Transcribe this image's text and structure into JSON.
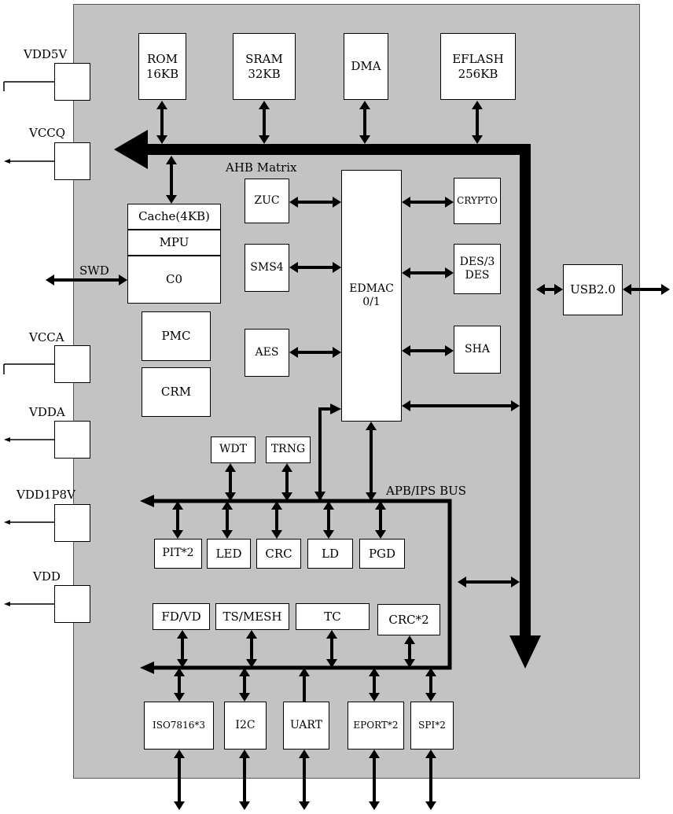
{
  "pins": {
    "vdd5v": "VDD5V",
    "vccq": "VCCQ",
    "swd": "SWD",
    "vcca": "VCCA",
    "vdda": "VDDA",
    "vdd1p8v": "VDD1P8V",
    "vdd": "VDD"
  },
  "memory": {
    "rom": "ROM\n16KB",
    "sram": "SRAM\n32KB",
    "dma": "DMA",
    "eflash": "EFLASH\n256KB"
  },
  "core": {
    "cache": "Cache(4KB)",
    "mpu": "MPU",
    "cpu": "C0",
    "pmc": "PMC",
    "crm": "CRM"
  },
  "buses": {
    "ahb": "AHB Matrix",
    "apb": "APB/IPS BUS"
  },
  "security": {
    "zuc": "ZUC",
    "sms4": "SMS4",
    "aes": "AES",
    "edmac": "EDMAC\n0/1",
    "crypto": "CRYPTO",
    "des": "DES/3\nDES",
    "sha": "SHA"
  },
  "usb": "USB2.0",
  "apb_upper": {
    "wdt": "WDT",
    "trng": "TRNG",
    "pit": "PIT*2",
    "led": "LED",
    "crc": "CRC",
    "ld": "LD",
    "pgd": "PGD"
  },
  "apb_lower": {
    "fdvd": "FD/VD",
    "tsmesh": "TS/MESH",
    "tc": "TC",
    "crc2": "CRC*2"
  },
  "io": {
    "iso7816": "ISO7816*3",
    "i2c": "I2C",
    "uart": "UART",
    "eport": "EPORT*2",
    "spi": "SPI*2"
  }
}
